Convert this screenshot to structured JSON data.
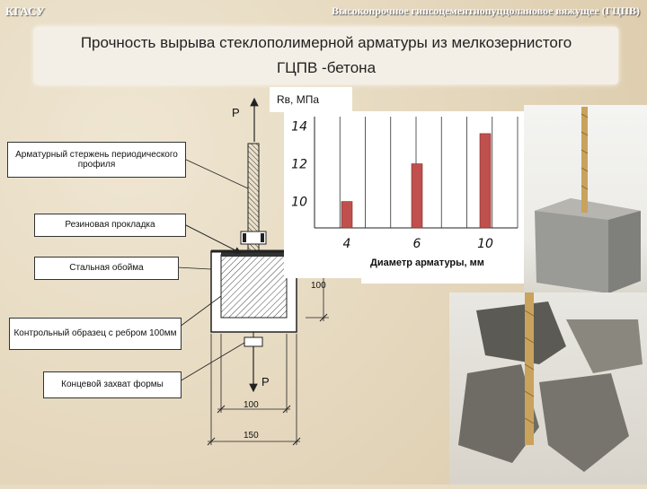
{
  "header": {
    "org": "КГАСУ",
    "subject": "Высокопрочное гипсоцементнопуццолановое вяжущее (ГЦПВ)"
  },
  "title": {
    "line1": "Прочность вырыва стеклополимерной  арматуры из мелкозернистого",
    "line2": "ГЦПВ -бетона"
  },
  "diagram": {
    "load_top": "P",
    "load_bottom": "P",
    "labels": {
      "rebar": "Арматурный стержень периодического профиля",
      "gasket": "Резиновая прокладка",
      "cage": "Стальная обойма",
      "specimen": "Контрольный образец с ребром 100мм",
      "grip": "Концевой захват формы"
    },
    "dims": {
      "side": "100",
      "inner": "100",
      "outer": "150"
    }
  },
  "chart_data": {
    "type": "bar",
    "categories": [
      "4",
      "6",
      "10"
    ],
    "values": [
      10.0,
      12.0,
      13.6
    ],
    "ylabel": "Rв, МПа",
    "xlabel": "Диаметр арматуры, мм",
    "yticks": [
      "10",
      "12",
      "14"
    ],
    "ylim": [
      8.6,
      14.5
    ],
    "bar_color": "#c0504d",
    "grid": "vertical"
  }
}
